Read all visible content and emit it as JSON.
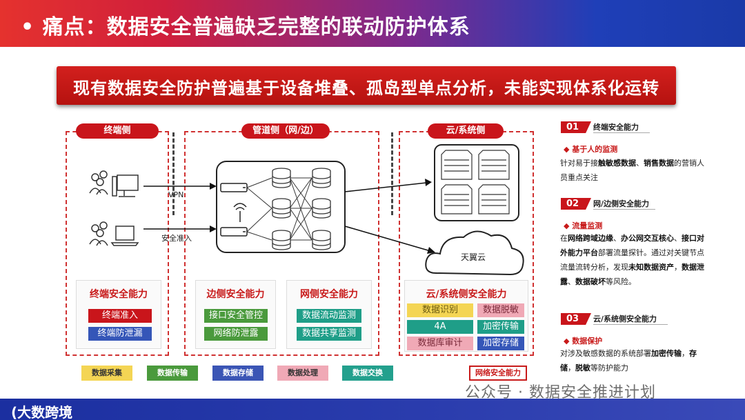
{
  "header": {
    "title": "• 痛点：数据安全普遍缺乏完整的联动防护体系"
  },
  "banner": {
    "text": "现有数据安全防护普遍基于设备堆叠、孤岛型单点分析，未能实现体系化运转"
  },
  "zones": {
    "terminal": {
      "title": "终端侧",
      "cap_title": "终端安全能力",
      "items": [
        "终端准入",
        "终端防泄漏"
      ]
    },
    "pipeline": {
      "title": "管道侧（网/边）",
      "edge_cap_title": "边侧安全能力",
      "edge_items": [
        "接口安全管控",
        "网络防泄露"
      ],
      "net_cap_title": "网侧安全能力",
      "net_items": [
        "数据流动监测",
        "数据共享监测"
      ]
    },
    "cloud": {
      "title": "云/系统侧",
      "cap_title": "云/系统侧安全能力",
      "items": [
        "数据识别",
        "数据脱敏",
        "4A",
        "加密传输",
        "数据库审计",
        "加密存储"
      ],
      "cloud_label": "天翼云"
    }
  },
  "arrows": {
    "vpn": "VPN",
    "access": "安全准入"
  },
  "legend": [
    "数据采集",
    "数据传输",
    "数据存储",
    "数据处理",
    "数据交换"
  ],
  "legend_net": "网络安全能力",
  "side": [
    {
      "num": "01",
      "head": "终端安全能力",
      "sub": "◆  基于人的监测",
      "text": "针对易于接<b>触敏感数据</b>、<b>销售数据</b>的营销人员重点关注"
    },
    {
      "num": "02",
      "head": "网/边侧安全能力",
      "sub": "◆  流量监测",
      "text": "在<b>网络跨域边缘</b>、<b>办公网交互核心</b>、<b>接口对外能力平台</b>部署流量探针。通过对关键节点流量流转分析，发现<b>未知数据资产</b>，<b>数据泄露</b>、<b>数据破坏</b>等风险。"
    },
    {
      "num": "03",
      "head": "云/系统侧安全能力",
      "sub": "◆  数据保护",
      "text": "对涉及敏感数据的系统部署<b>加密传输</b>，<b>存储</b>，<b>脱敏</b>等防护能力"
    }
  ],
  "footer": {
    "logo": "(大数跨境"
  },
  "watermark": "公众号 · 数据安全推进计划",
  "colors": {
    "red": "#c9151b",
    "blue": "#3556b8",
    "green": "#4a9a3c",
    "teal": "#1f9e88",
    "pink": "#f0a9b6",
    "yellow": "#f4d554",
    "legend_blue": "#3b55b5",
    "legend_teal": "#23a08d"
  }
}
